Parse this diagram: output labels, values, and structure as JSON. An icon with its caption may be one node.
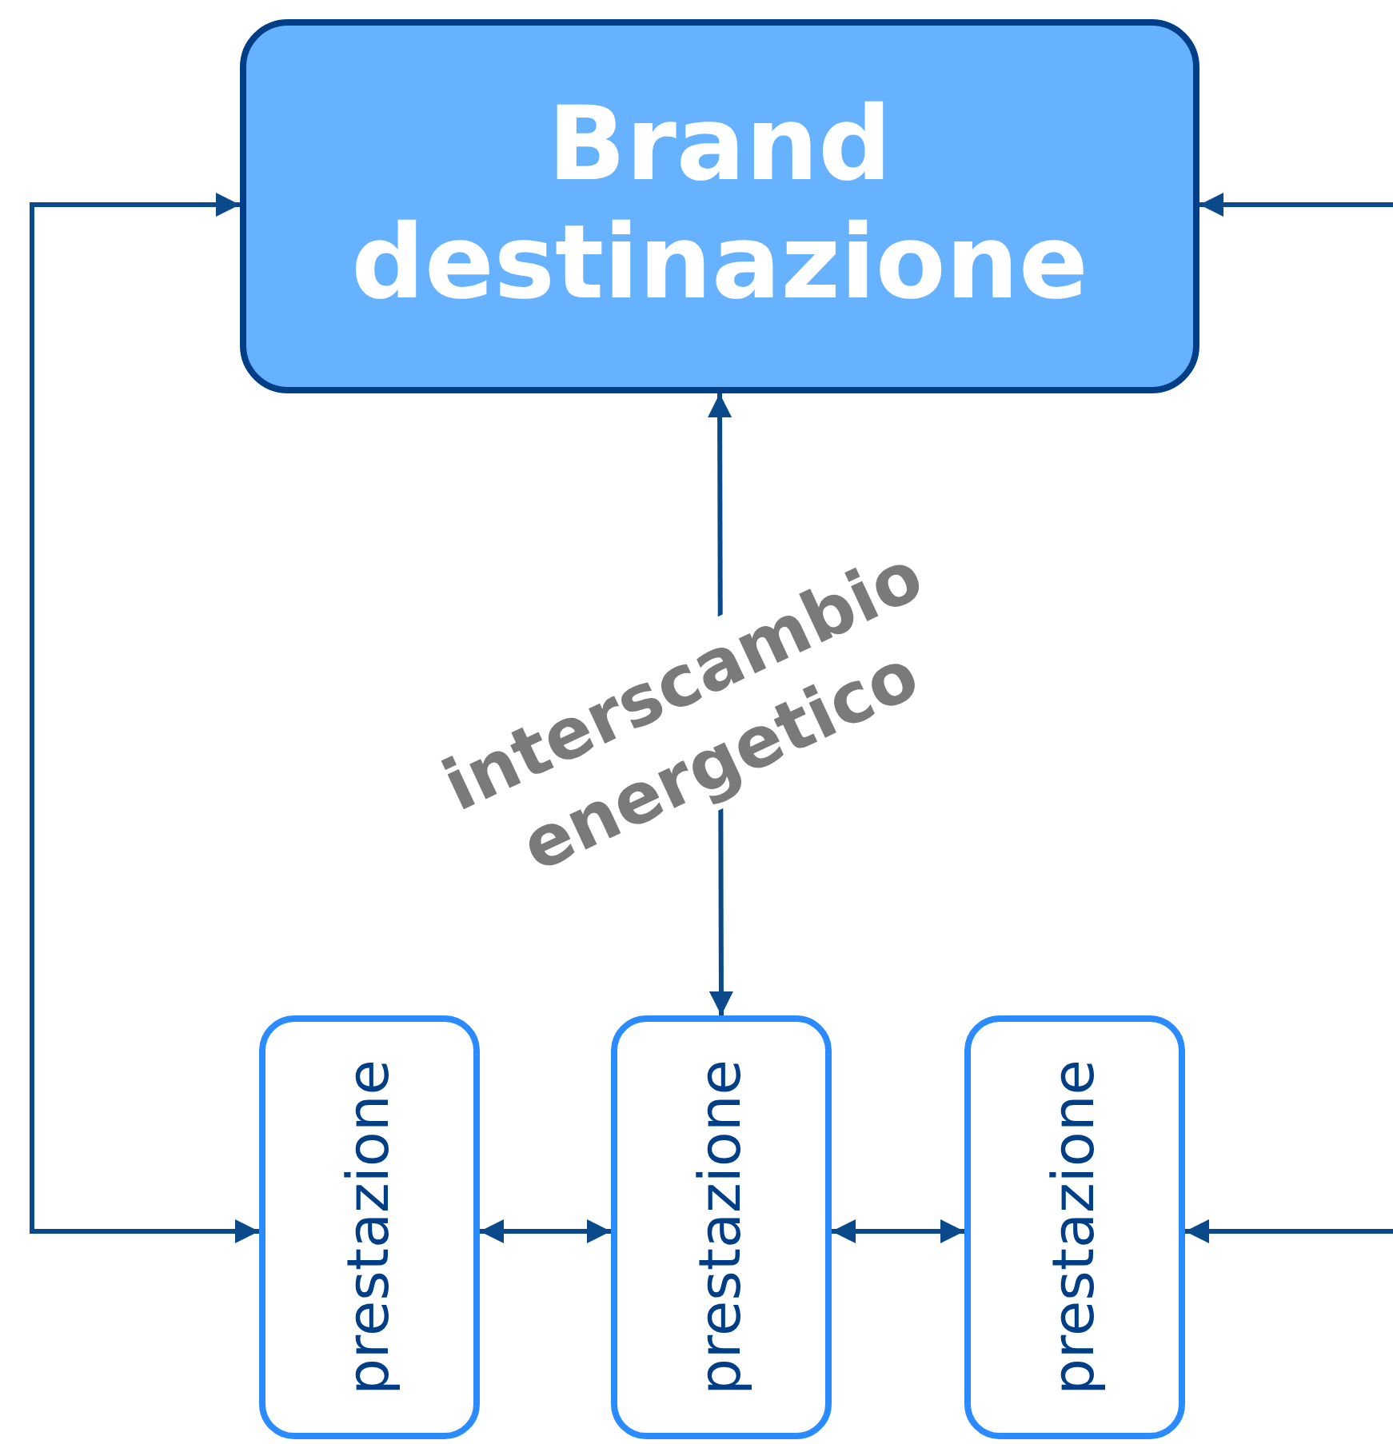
{
  "diagram": {
    "nodes": [
      {
        "text": [
          "Brand destinazione"
        ]
      },
      {
        "text": [
          "prestazione"
        ]
      },
      {
        "text": [
          "prestazione"
        ]
      },
      {
        "text": [
          "prestazione"
        ]
      }
    ],
    "edges": [
      {
        "from": 0,
        "to": 1,
        "arrow": "both"
      },
      {
        "from": 0,
        "to": 2,
        "arrow": "both",
        "label": "interscambio energetico"
      },
      {
        "from": 1,
        "to": 2,
        "arrow": "both"
      },
      {
        "from": 2,
        "to": 3,
        "arrow": "both"
      },
      {
        "from": null,
        "to": 0,
        "arrow": "to"
      },
      {
        "from": null,
        "to": 3,
        "arrow": "to"
      }
    ]
  }
}
